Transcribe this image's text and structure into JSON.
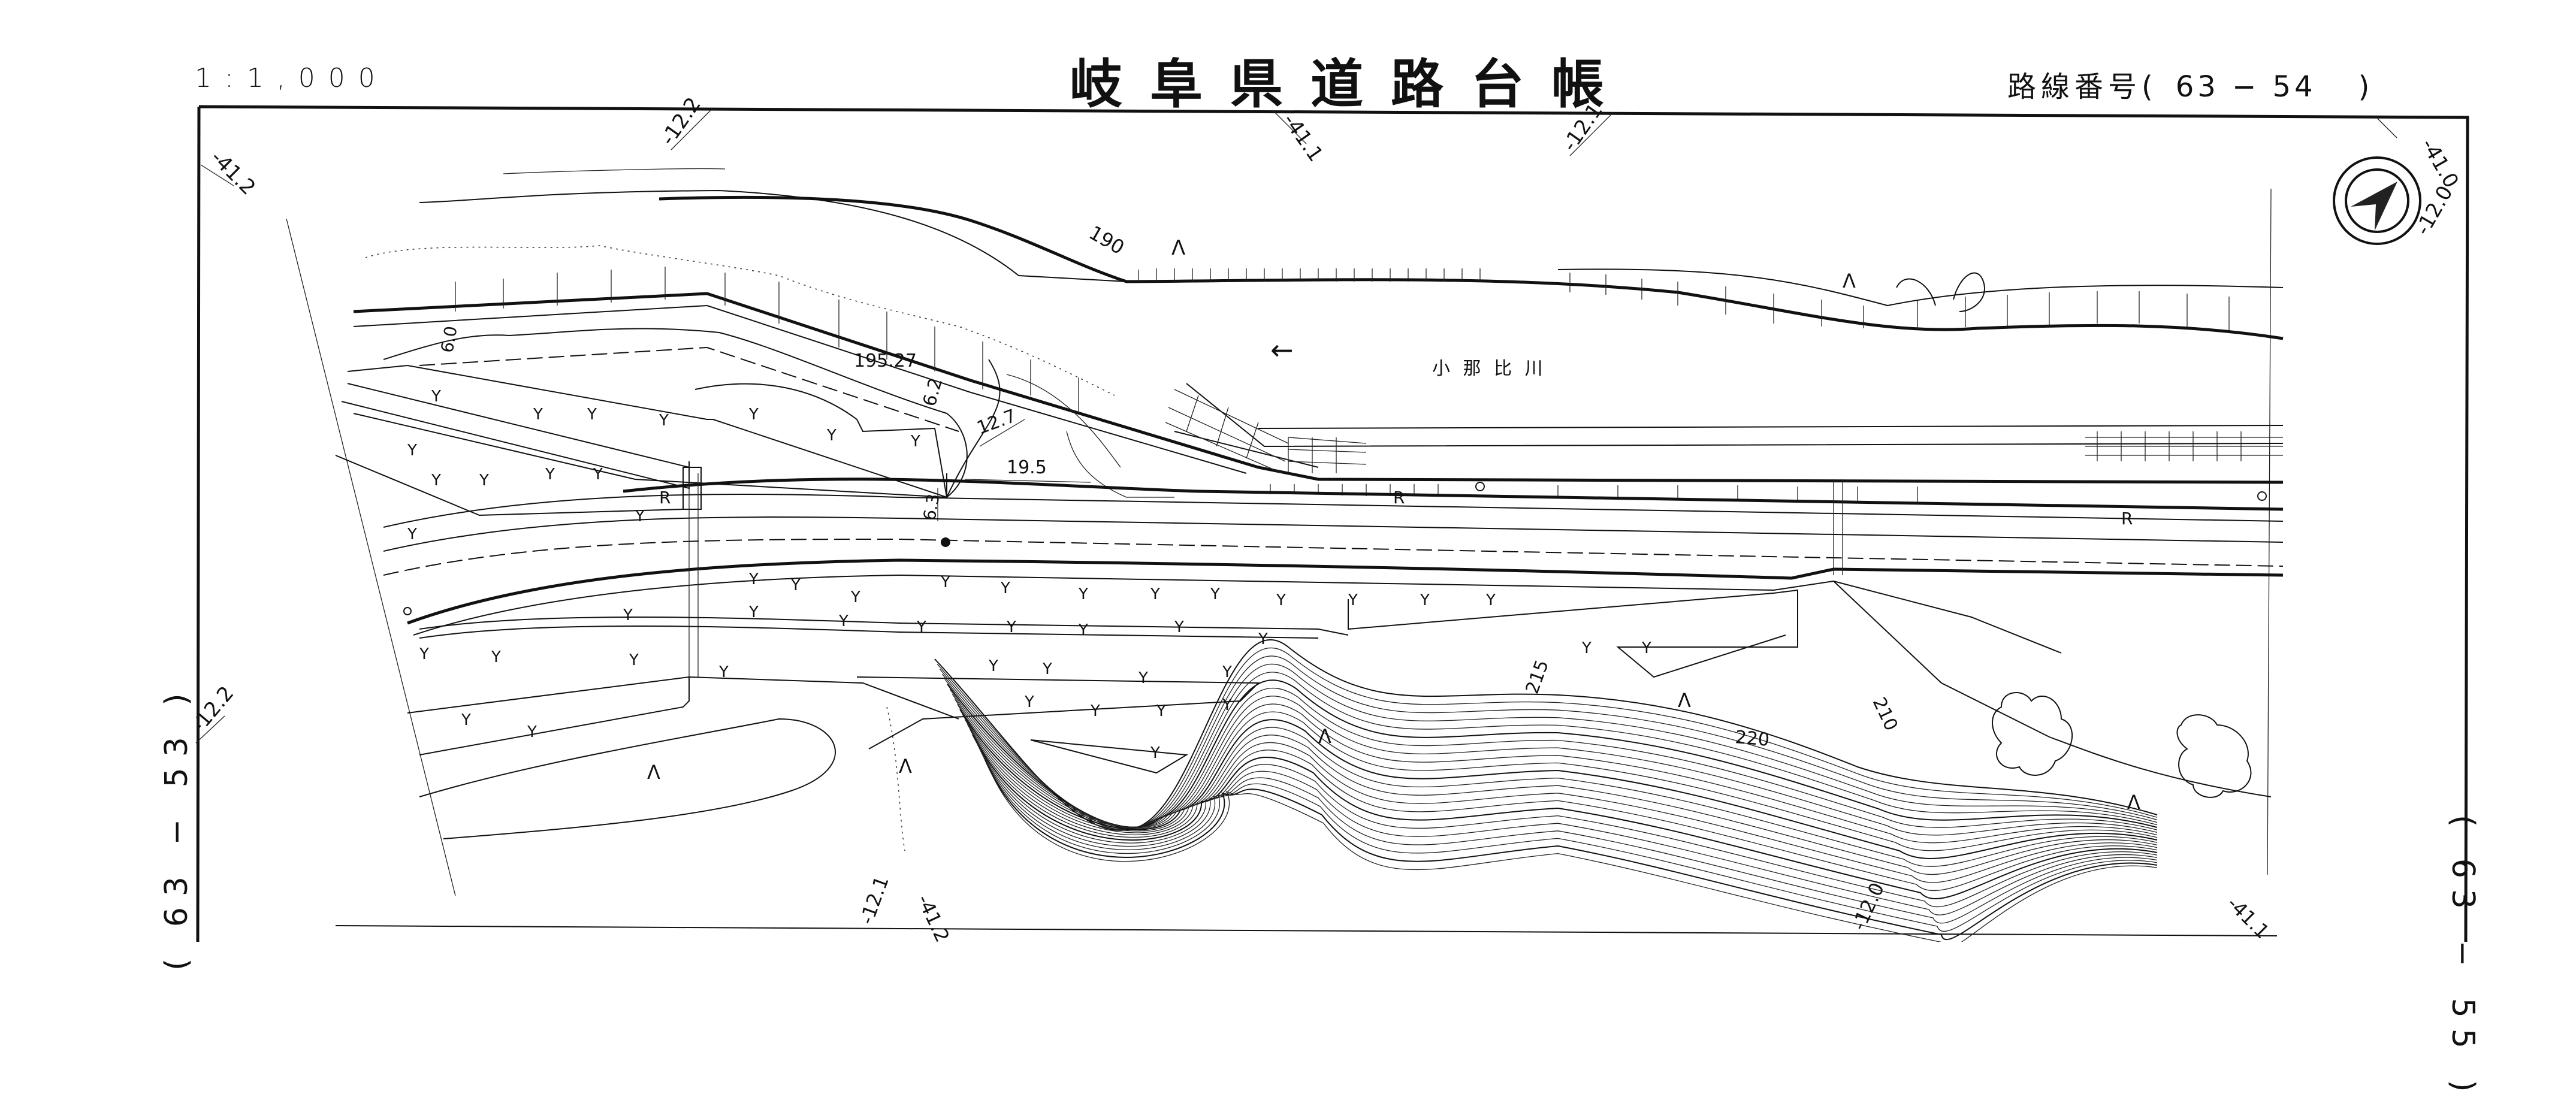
{
  "header": {
    "scale": "1:1,000",
    "title": "岐阜県道路台帳",
    "route_label": "路線番号(",
    "route_number": "63 − 54",
    "route_close": ")"
  },
  "adjacent_sheets": {
    "left": "( 63 − 53 )",
    "right": "( 63 − 55 )"
  },
  "grid_coordinates": {
    "top": [
      "-12.2",
      "-41.1",
      "-12.1",
      "-41.0",
      "-12.0"
    ],
    "left": [
      "-41.2",
      "-12.2"
    ],
    "bottom": [
      "-12.1",
      "-41.2",
      "-12.0",
      "-41.1"
    ]
  },
  "map_labels": {
    "river_name": "小 那 比 川",
    "flow_arrow": "←",
    "contour_190": "190",
    "contour_215": "215",
    "contour_220": "220",
    "contour_210": "210",
    "elevation_point": "195.27",
    "width_6_0": "6.0",
    "width_6_2": "6.2",
    "width_6_3": "6.3",
    "radius_12_7": "12.7",
    "dist_19_5": "19.5",
    "retaining_r": "R",
    "vegetation_y": "Y",
    "vegetation_wasteland": "Λ"
  },
  "north_arrow": {
    "icon": "north-arrow-icon"
  }
}
